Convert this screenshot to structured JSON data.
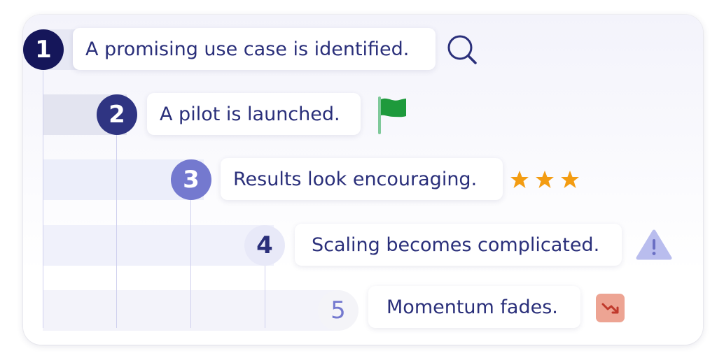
{
  "steps": [
    {
      "number": "1",
      "text": "A promising use case is identified.",
      "icon": "search-icon"
    },
    {
      "number": "2",
      "text": "A pilot is launched.",
      "icon": "flag-icon"
    },
    {
      "number": "3",
      "text": "Results look encouraging.",
      "icon": "three-stars-icon"
    },
    {
      "number": "4",
      "text": "Scaling becomes complicated.",
      "icon": "warning-icon"
    },
    {
      "number": "5",
      "text": "Momentum fades.",
      "icon": "trend-down-icon"
    }
  ],
  "colors": {
    "step1": "#15165a",
    "step2": "#2f3482",
    "step3": "#7479cf",
    "step4": "#e8e9f8",
    "step5": "#f4f4f8",
    "text": "#2a2f7a",
    "flag": "#1e9a3c",
    "star": "#f39c12",
    "warning": "#b9bdee",
    "trend_bg": "#eda493",
    "trend_arrow": "#c0392b"
  }
}
